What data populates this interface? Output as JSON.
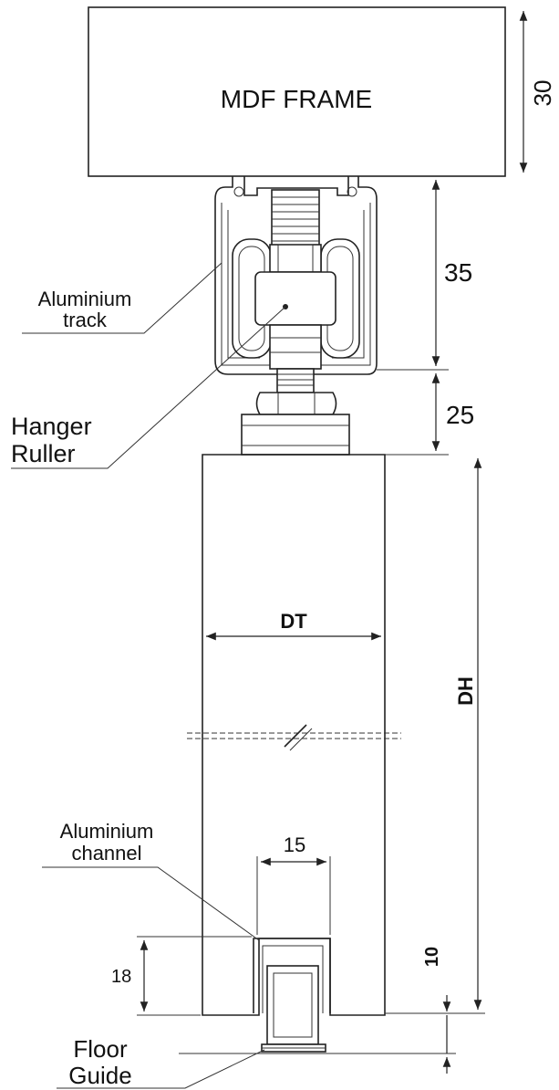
{
  "labels": {
    "frame": "MDF FRAME",
    "track_line1": "Aluminium",
    "track_line2": "track",
    "hanger_line1": "Hanger",
    "hanger_line2": "Ruller",
    "channel_line1": "Aluminium",
    "channel_line2": "channel",
    "guide_line1": "Floor",
    "guide_line2": "Guide"
  },
  "dimensions": {
    "frame_height": "30",
    "track_height": "35",
    "gap_height": "25",
    "door_thickness": "DT",
    "door_height": "DH",
    "channel_width": "15",
    "channel_depth": "18",
    "floor_gap": "10"
  },
  "colors": {
    "stroke": "#222222",
    "background": "#ffffff"
  }
}
